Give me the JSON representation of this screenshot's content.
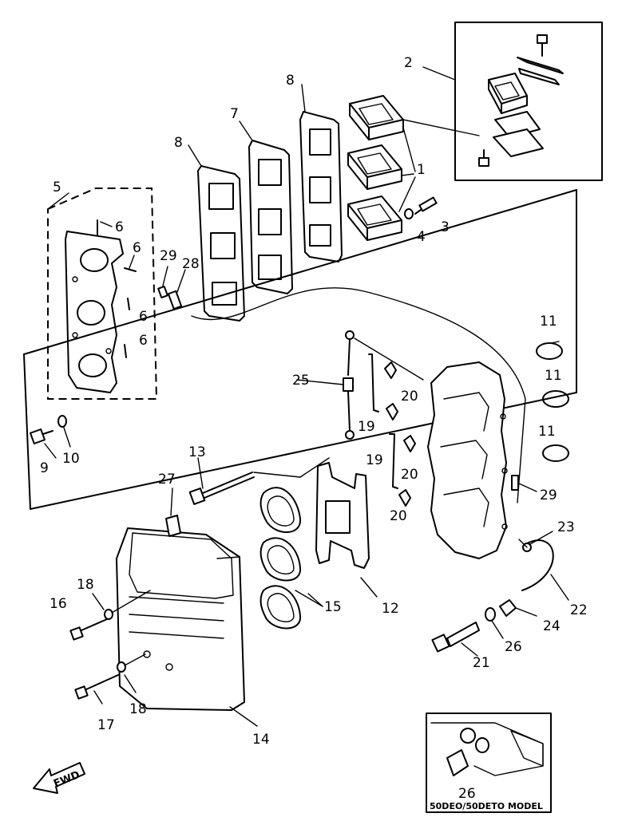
{
  "diagram": {
    "callouts": {
      "c1": "1",
      "c2": "2",
      "c3": "3",
      "c4": "4",
      "c5": "5",
      "c6a": "6",
      "c6b": "6",
      "c6c": "6",
      "c6d": "6",
      "c7": "7",
      "c8a": "8",
      "c8b": "8",
      "c9": "9",
      "c10": "10",
      "c11a": "11",
      "c11b": "11",
      "c11c": "11",
      "c12": "12",
      "c13": "13",
      "c14": "14",
      "c15": "15",
      "c16": "16",
      "c17": "17",
      "c18a": "18",
      "c18b": "18",
      "c19a": "19",
      "c19b": "19",
      "c20a": "20",
      "c20b": "20",
      "c20c": "20",
      "c21": "21",
      "c22": "22",
      "c23": "23",
      "c24": "24",
      "c25": "25",
      "c26a": "26",
      "c26b": "26",
      "c27": "27",
      "c28": "28",
      "c29a": "29",
      "c29b": "29"
    },
    "model_note": "50DEO/50DETO MODEL",
    "direction_label": "FWD"
  }
}
